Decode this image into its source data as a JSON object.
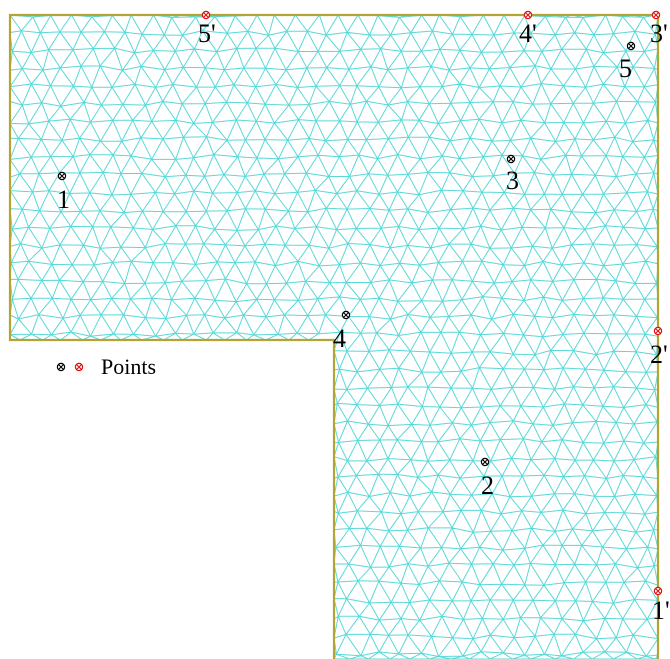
{
  "colors": {
    "background": "#ffffff",
    "mesh": "#5ad8d8",
    "boundary": "#b4a434",
    "interior_point": "#000000",
    "boundary_point": "#e01010"
  },
  "icons": {
    "interior_point": "circled-x-black-icon",
    "boundary_point": "circled-x-red-icon"
  },
  "legend": {
    "label": "Points"
  },
  "points": {
    "interior": [
      {
        "label": "1"
      },
      {
        "label": "2"
      },
      {
        "label": "3"
      },
      {
        "label": "4"
      },
      {
        "label": "5"
      }
    ],
    "boundary": [
      {
        "label": "1'"
      },
      {
        "label": "2'"
      },
      {
        "label": "3'"
      },
      {
        "label": "4'"
      },
      {
        "label": "5'"
      }
    ]
  }
}
